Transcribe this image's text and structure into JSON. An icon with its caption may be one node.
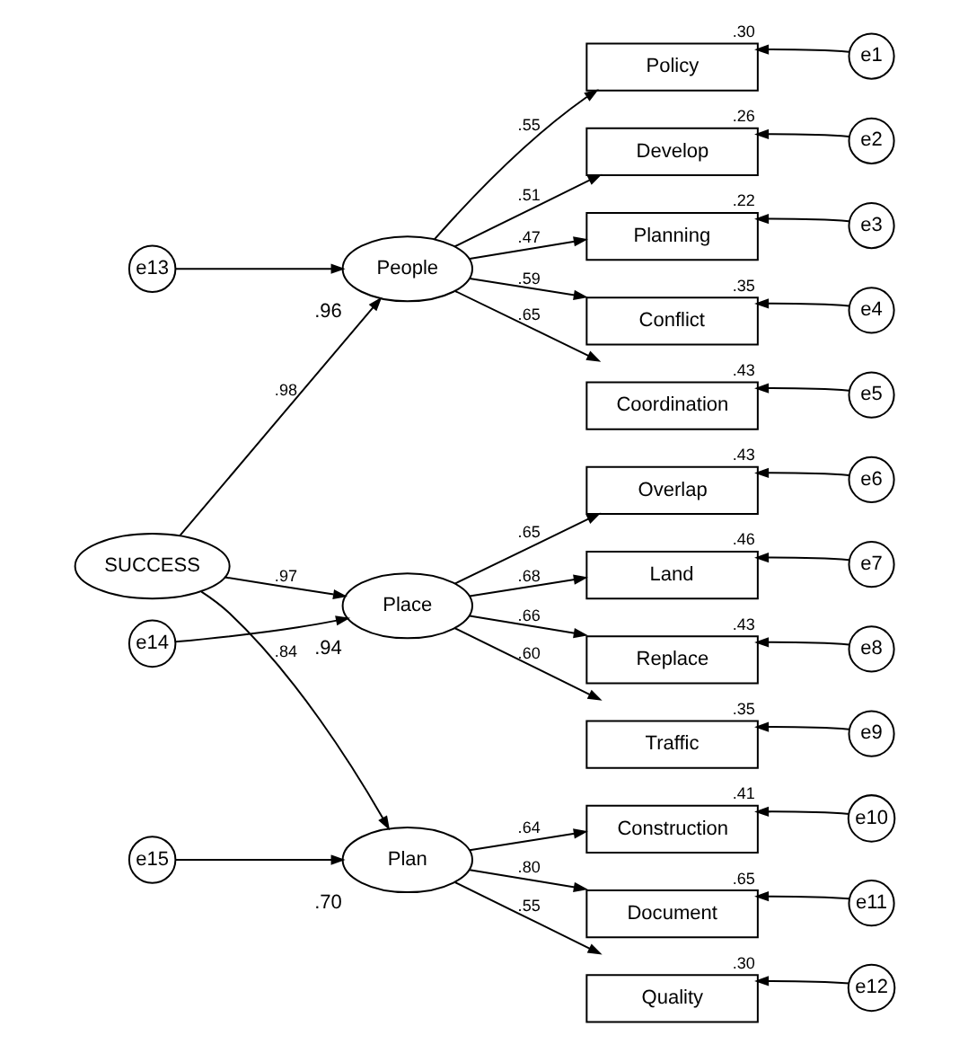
{
  "diagram": {
    "nodes": [
      {
        "text": [
          "SUCCESS"
        ]
      },
      {
        "text": [
          "People"
        ],
        "beside": [
          ".96"
        ]
      },
      {
        "text": [
          "Place"
        ],
        "beside": [
          ".94"
        ]
      },
      {
        "text": [
          "Plan"
        ],
        "beside": [
          ".70"
        ]
      },
      {
        "text": [
          "e13"
        ]
      },
      {
        "text": [
          "e14"
        ]
      },
      {
        "text": [
          "e15"
        ]
      },
      {
        "text": [
          "Policy"
        ],
        "beside": [
          ".30"
        ]
      },
      {
        "text": [
          "Develop"
        ],
        "beside": [
          ".26"
        ]
      },
      {
        "text": [
          "Planning"
        ],
        "beside": [
          ".22"
        ]
      },
      {
        "text": [
          "Conflict"
        ],
        "beside": [
          ".35"
        ]
      },
      {
        "text": [
          "Coordination"
        ],
        "beside": [
          ".43"
        ]
      },
      {
        "text": [
          "Overlap"
        ],
        "beside": [
          ".43"
        ]
      },
      {
        "text": [
          "Land"
        ],
        "beside": [
          ".46"
        ]
      },
      {
        "text": [
          "Replace"
        ],
        "beside": [
          ".43"
        ]
      },
      {
        "text": [
          "Traffic"
        ],
        "beside": [
          ".35"
        ]
      },
      {
        "text": [
          "Construction"
        ],
        "beside": [
          ".41"
        ]
      },
      {
        "text": [
          "Document"
        ],
        "beside": [
          ".65"
        ]
      },
      {
        "text": [
          "Quality"
        ],
        "beside": [
          ".30"
        ]
      },
      {
        "text": [
          "e1"
        ]
      },
      {
        "text": [
          "e2"
        ]
      },
      {
        "text": [
          "e3"
        ]
      },
      {
        "text": [
          "e4"
        ]
      },
      {
        "text": [
          "e5"
        ]
      },
      {
        "text": [
          "e6"
        ]
      },
      {
        "text": [
          "e7"
        ]
      },
      {
        "text": [
          "e8"
        ]
      },
      {
        "text": [
          "e9"
        ]
      },
      {
        "text": [
          "e10"
        ]
      },
      {
        "text": [
          "e11"
        ]
      },
      {
        "text": [
          "e12"
        ]
      }
    ],
    "edges": [
      {
        "from": 0,
        "to": 1,
        "arrow": "to",
        "label": ".98"
      },
      {
        "from": 0,
        "to": 2,
        "arrow": "to",
        "label": ".97"
      },
      {
        "from": 0,
        "to": 3,
        "arrow": "to",
        "label": ".84"
      },
      {
        "from": 4,
        "to": 1,
        "arrow": "to"
      },
      {
        "from": 5,
        "to": 2,
        "arrow": "to"
      },
      {
        "from": 6,
        "to": 3,
        "arrow": "to"
      },
      {
        "from": 1,
        "to": 7,
        "arrow": "to",
        "label": ".55"
      },
      {
        "from": 1,
        "to": 8,
        "arrow": "to",
        "label": ".51"
      },
      {
        "from": 1,
        "to": 9,
        "arrow": "to",
        "label": ".47"
      },
      {
        "from": 1,
        "to": 10,
        "arrow": "to",
        "label": ".59"
      },
      {
        "from": 1,
        "to": 11,
        "arrow": "to",
        "label": ".65"
      },
      {
        "from": 2,
        "to": 12,
        "arrow": "to",
        "label": ".65"
      },
      {
        "from": 2,
        "to": 13,
        "arrow": "to",
        "label": ".68"
      },
      {
        "from": 2,
        "to": 14,
        "arrow": "to",
        "label": ".66"
      },
      {
        "from": 2,
        "to": 15,
        "arrow": "to",
        "label": ".60"
      },
      {
        "from": 3,
        "to": 16,
        "arrow": "to",
        "label": ".64"
      },
      {
        "from": 3,
        "to": 17,
        "arrow": "to",
        "label": ".80"
      },
      {
        "from": 3,
        "to": 18,
        "arrow": "to",
        "label": ".55"
      },
      {
        "from": 19,
        "to": 7,
        "arrow": "to"
      },
      {
        "from": 20,
        "to": 8,
        "arrow": "to"
      },
      {
        "from": 21,
        "to": 9,
        "arrow": "to"
      },
      {
        "from": 22,
        "to": 10,
        "arrow": "to"
      },
      {
        "from": 23,
        "to": 11,
        "arrow": "to"
      },
      {
        "from": 24,
        "to": 12,
        "arrow": "to"
      },
      {
        "from": 25,
        "to": 13,
        "arrow": "to"
      },
      {
        "from": 26,
        "to": 14,
        "arrow": "to"
      },
      {
        "from": 27,
        "to": 15,
        "arrow": "to"
      },
      {
        "from": 28,
        "to": 16,
        "arrow": "to"
      },
      {
        "from": 29,
        "to": 17,
        "arrow": "to"
      },
      {
        "from": 30,
        "to": 18,
        "arrow": "to"
      }
    ]
  }
}
